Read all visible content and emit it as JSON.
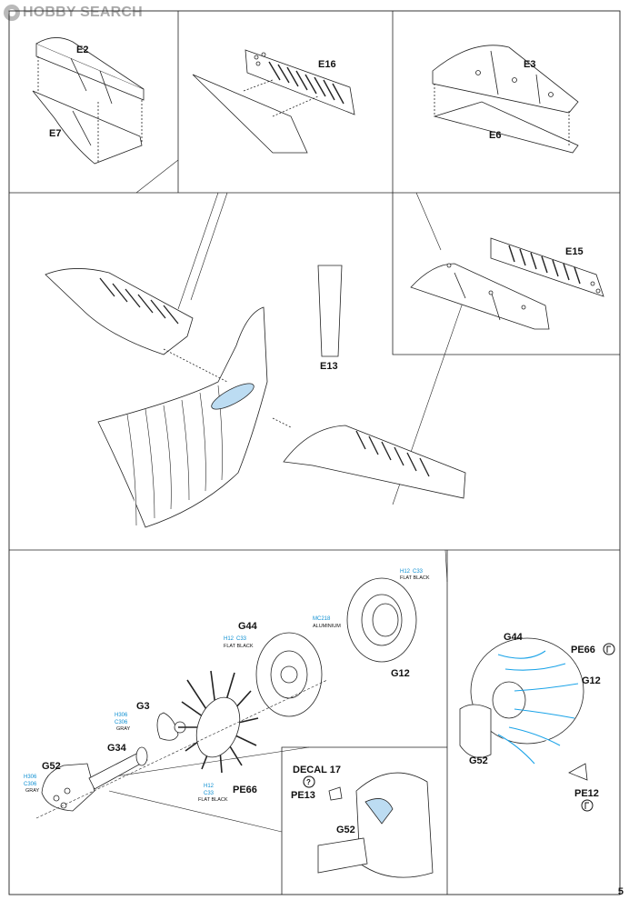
{
  "header": {
    "logo_text": "HOBBY SEARCH"
  },
  "panels": {
    "top_left": {
      "part_a": "E2",
      "part_b": "E7"
    },
    "top_mid": {
      "part": "E16"
    },
    "top_right": {
      "part_a": "E3",
      "part_b": "E6"
    },
    "mid_right": {
      "part": "E15"
    },
    "mid_main": {
      "part": "E13"
    }
  },
  "engine": {
    "parts": {
      "g44": "G44",
      "g3": "G3",
      "g34": "G34",
      "g52": "G52",
      "g12": "G12",
      "pe66": "PE66"
    },
    "paints": {
      "g12_paint": {
        "code": "H12",
        "code2": "C33",
        "name": "FLAT BLACK"
      },
      "mc218_paint": {
        "code": "MC218",
        "name": "ALUMINIUM"
      },
      "g44_paint": {
        "code": "H12",
        "code2": "C33",
        "name": "FLAT BLACK"
      },
      "g3_paint": {
        "code": "H306",
        "code2": "C306",
        "name": "GRAY"
      },
      "g52_paint": {
        "code": "H306",
        "code2": "C306",
        "name": "GRAY"
      },
      "pe66_paint": {
        "code": "H12",
        "code2": "C33",
        "name": "FLAT BLACK"
      }
    }
  },
  "detail_decal": {
    "decal_label": "DECAL 17",
    "pe_label": "PE13",
    "part": "G52",
    "question_icon": "question-circle-icon"
  },
  "detail_engine": {
    "g44": "G44",
    "pe66": "PE66",
    "g12": "G12",
    "g52": "G52",
    "pe12": "PE12"
  },
  "footer": {
    "page_number": "5"
  }
}
